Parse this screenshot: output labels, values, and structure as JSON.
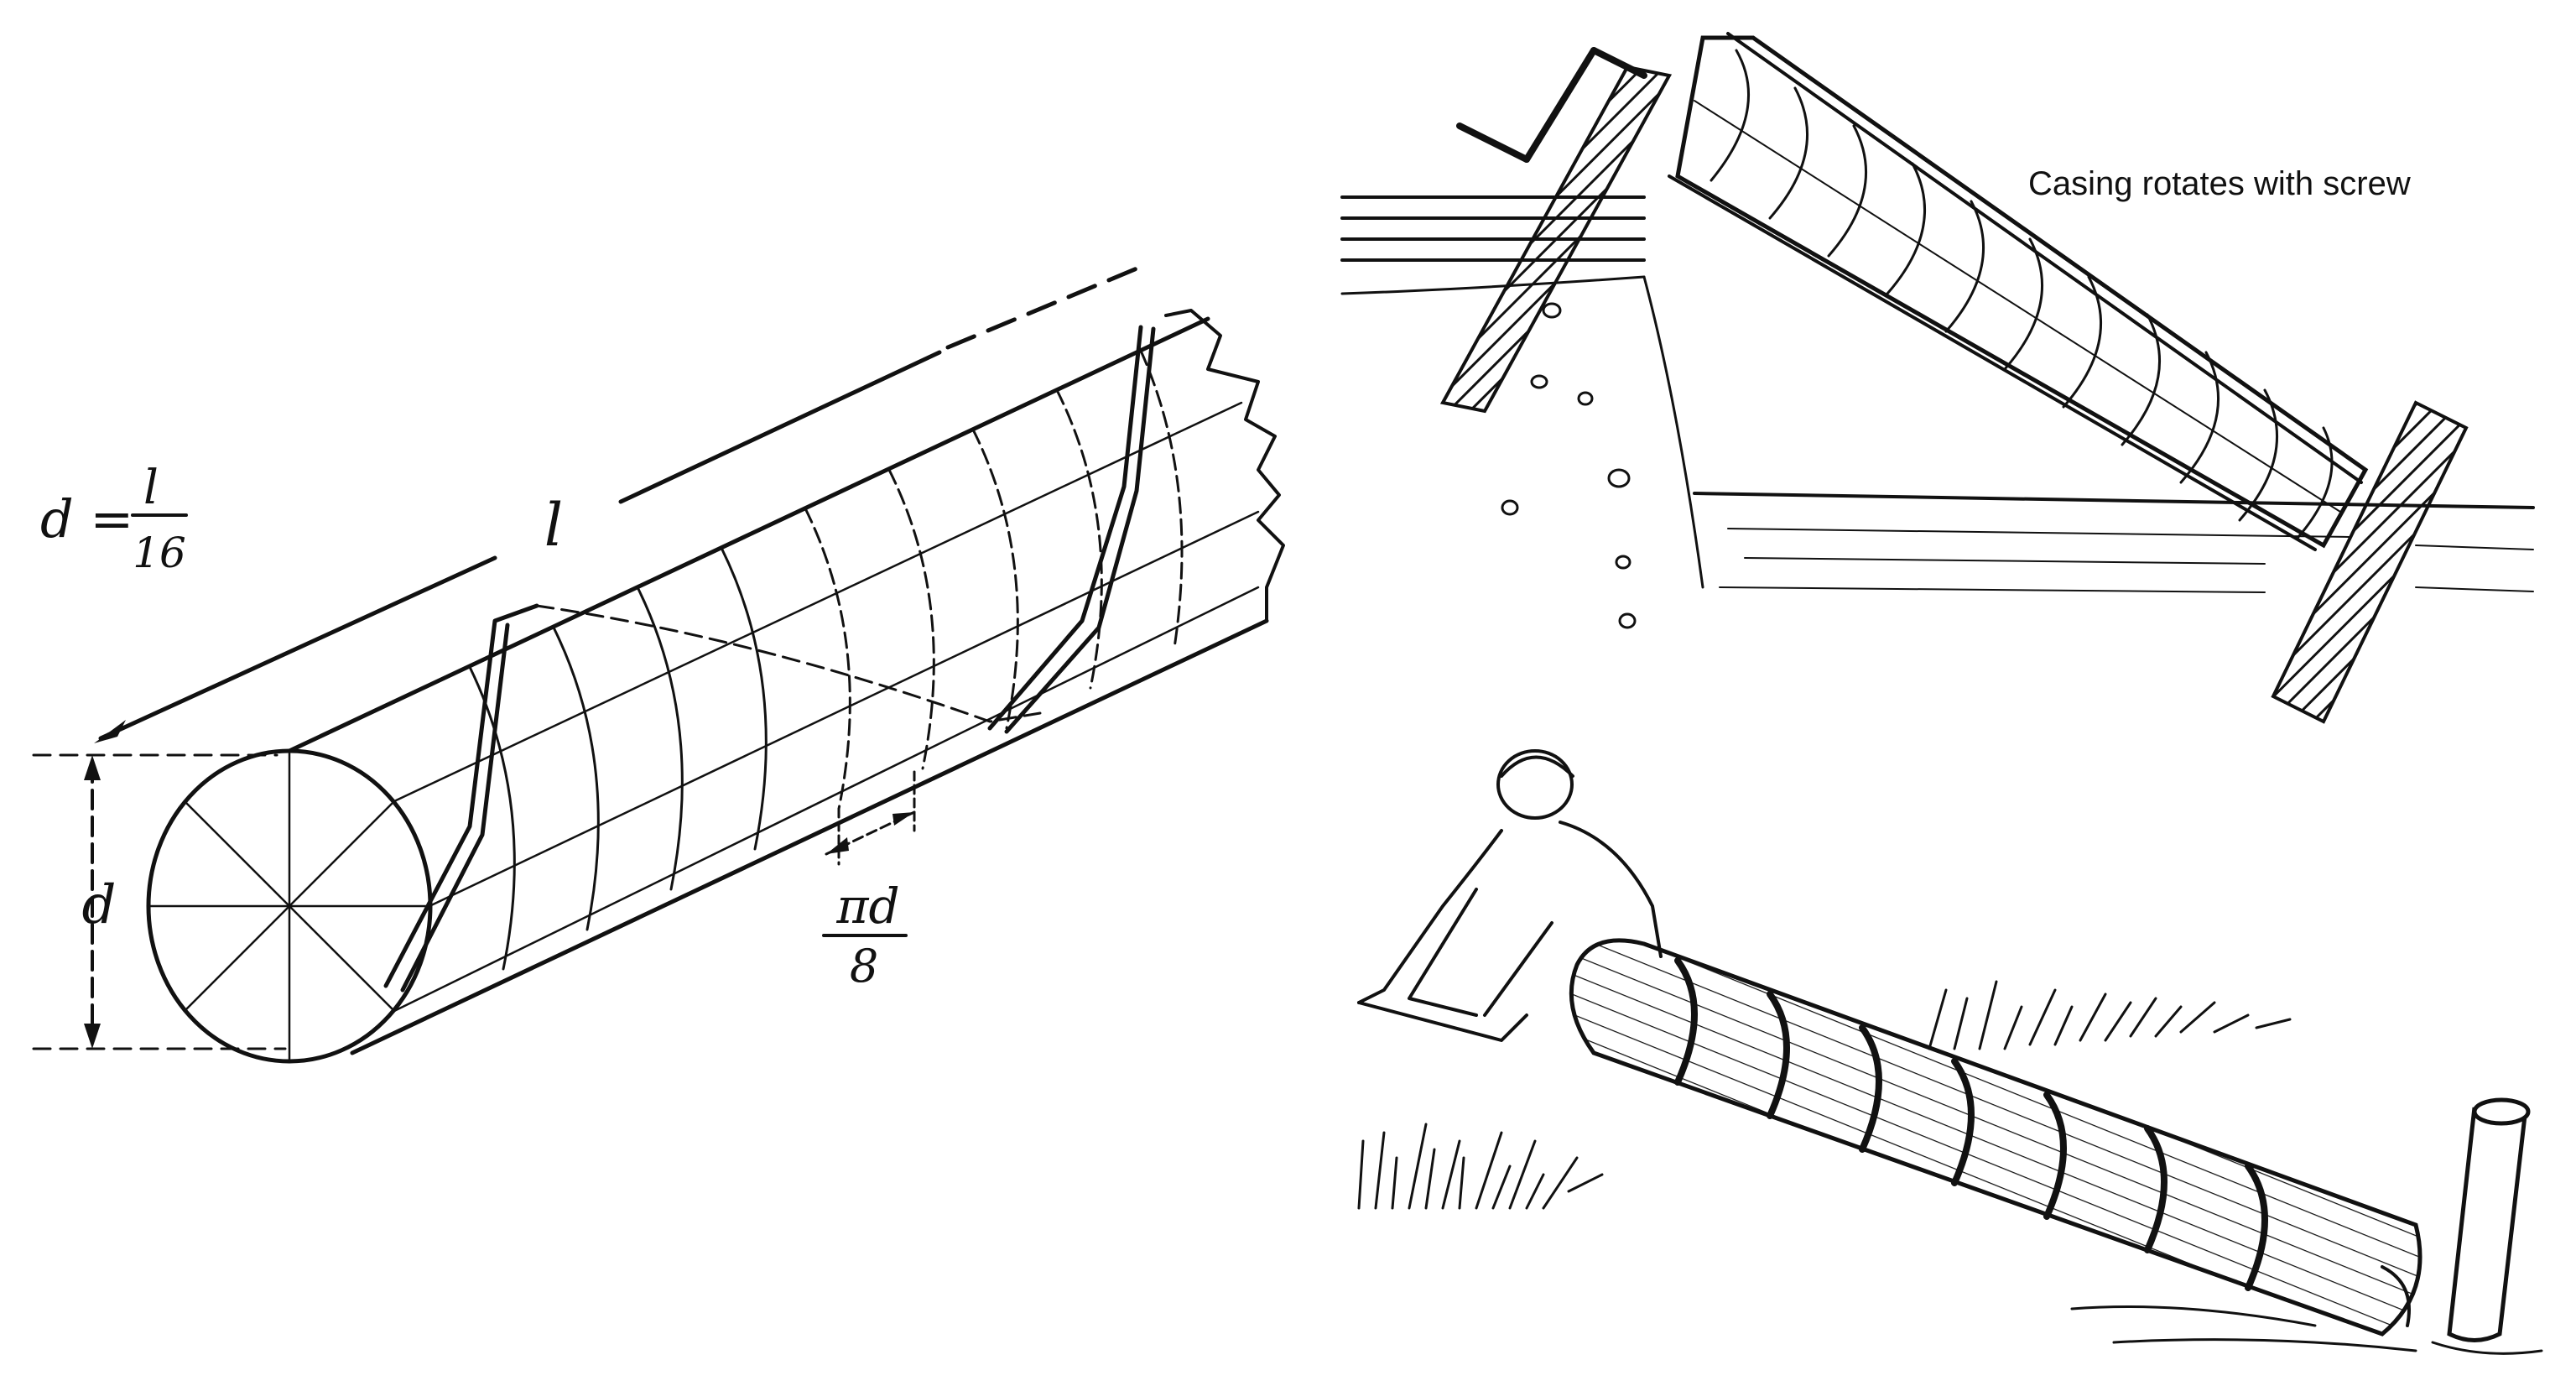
{
  "left_diagram": {
    "formula": {
      "lhs": "d =",
      "numerator": "l",
      "denominator": "16"
    },
    "length_label": "l",
    "diameter_label": "d",
    "pitch_label": {
      "numerator": "πd",
      "denominator": "8"
    }
  },
  "right_top": {
    "caption": "Casing rotates with screw"
  },
  "colors": {
    "ink": "#111111",
    "paper": "#ffffff"
  }
}
